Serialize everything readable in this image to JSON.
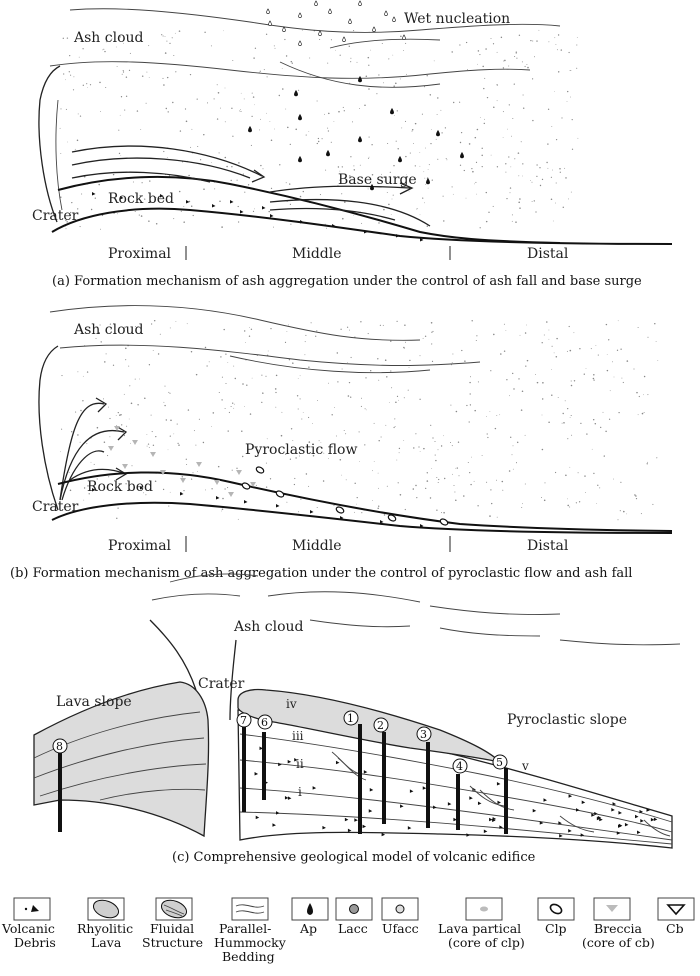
{
  "panel_a": {
    "ash_cloud": "Ash cloud",
    "wet_nucleation": "Wet nucleation",
    "crater": "Crater",
    "rock_bed": "Rock bed",
    "base_surge": "Base surge",
    "zone_proximal": "Proximal",
    "zone_middle": "Middle",
    "zone_distal": "Distal",
    "caption": "(a) Formation mechanism of ash aggregation under the control of ash fall and base surge"
  },
  "panel_b": {
    "ash_cloud": "Ash cloud",
    "crater": "Crater",
    "rock_bed": "Rock bed",
    "pyroclastic_flow": "Pyroclastic flow",
    "zone_proximal": "Proximal",
    "zone_middle": "Middle",
    "zone_distal": "Distal",
    "caption": "(b) Formation mechanism of ash aggregation under the control of pyroclastic flow and ash fall"
  },
  "panel_c": {
    "ash_cloud": "Ash cloud",
    "crater": "Crater",
    "lava_slope": "Lava slope",
    "pyroclastic_slope": "Pyroclastic slope",
    "layers": [
      "i",
      "ii",
      "iii",
      "iv",
      "v"
    ],
    "wells": [
      "1",
      "2",
      "3",
      "4",
      "5",
      "6",
      "7",
      "8"
    ],
    "caption": "(c) Comprehensive geological model of volcanic edifice"
  },
  "legend": [
    {
      "line1": "Volcanic",
      "line2": "Debris",
      "icon": "volcanic-debris-icon"
    },
    {
      "line1": "Rhyolitic",
      "line2": "Lava",
      "icon": "rhyolitic-lava-icon"
    },
    {
      "line1": "Fluidal",
      "line2": "Structure",
      "icon": "fluidal-structure-icon"
    },
    {
      "line1": "Parallel-",
      "line2": "Hummocky",
      "line3": "Bedding",
      "icon": "parallel-hummocky-bedding-icon"
    },
    {
      "line1": "Ap",
      "icon": "ap-icon"
    },
    {
      "line1": "Lacc",
      "icon": "lacc-icon"
    },
    {
      "line1": "Ufacc",
      "icon": "ufacc-icon"
    },
    {
      "line1": "Lava partical",
      "line2": "(core of clp)",
      "icon": "lava-partical-icon"
    },
    {
      "line1": "Clp",
      "icon": "clp-icon"
    },
    {
      "line1": "Breccia",
      "line2": "(core of cb)",
      "icon": "breccia-icon"
    },
    {
      "line1": "Cb",
      "icon": "cb-icon"
    }
  ]
}
